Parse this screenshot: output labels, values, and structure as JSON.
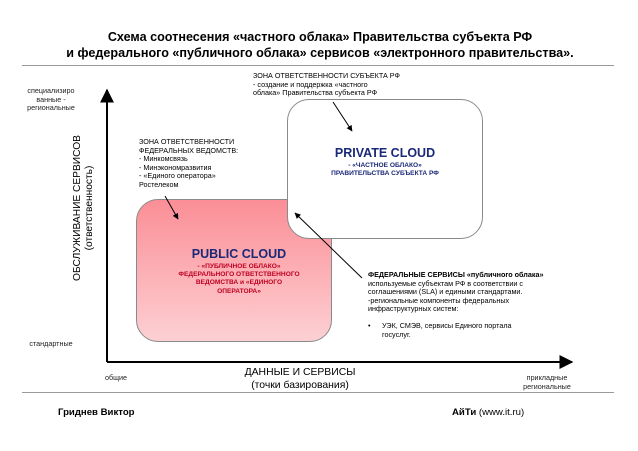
{
  "title": {
    "line1": "Схема соотнесения «частного облака» Правительства субъекта РФ",
    "line2": "и федерального «публичного облака» сервисов «электронного правительства»."
  },
  "y_axis": {
    "title_line1": "ОБСЛУЖИВАНИЕ СЕРВИСОВ",
    "title_line2": "(ответственность)",
    "top_label": "специализиро ванные - региональные",
    "bottom_label": "стандартные"
  },
  "x_axis": {
    "title_line1": "ДАННЫЕ И СЕРВИСЫ",
    "title_line2": "(точки базирования)",
    "left_label": "общие",
    "right_label_line1": "прикладные",
    "right_label_line2": "региональные"
  },
  "private_zone": {
    "line1": "ЗОНА ОТВЕТСТВЕННОСТИ СУБЪЕКТА РФ",
    "line2": "- создание и поддержка «частного",
    "line3": "облака» Правительства субъекта РФ"
  },
  "federal_zone": {
    "line1": "ЗОНА ОТВЕТСТВЕННОСТИ",
    "line2": "ФЕДЕРАЛЬНЫХ ВЕДОМСТВ:",
    "line3": "- Минкомсвязь",
    "line4": "- Минэкономразвития",
    "line5": "- «Единого оператора»",
    "line6": "Ростелеком"
  },
  "private_cloud": {
    "title": "PRIVATE CLOUD",
    "sub_line1": "- «ЧАСТНОЕ ОБЛАКО»",
    "sub_line2": "ПРАВИТЕЛЬСТВА СУБЪЕКТА РФ"
  },
  "public_cloud": {
    "title": "PUBLIC CLOUD",
    "sub_line1": "- «ПУБЛИЧНОЕ ОБЛАКО»",
    "sub_line2": "ФЕДЕРАЛЬНОГО ОТВЕТСТВЕННОГО",
    "sub_line3": "ВЕДОМСТВА и «ЕДИНОГО",
    "sub_line4": "ОПЕРАТОРА»"
  },
  "federal_services": {
    "lead": "ФЕДЕРАЛЬНЫЕ СЕРВИСЫ «публичного облака»",
    "line1": "используемые субъектам РФ в соответствии с",
    "line2": "соглашениями (SLA) и едиными стандартами.",
    "line3": "-региональные компоненты федеральных",
    "line4": "инфраструктурных систем:",
    "bullet": "•",
    "bullet_line1": "УЭК, СМЭВ, сервисы Единого портала",
    "bullet_line2": "госуслуг."
  },
  "footer": {
    "author": "Гриднев Виктор",
    "company": "АйТи",
    "site": " (www.it.ru)"
  },
  "colors": {
    "public_gradient_top": "#fb8e96",
    "public_gradient_bottom": "#fcd0d3",
    "cloud_title": "#1a2878",
    "public_sub": "#c00020",
    "axis": "#000000"
  }
}
